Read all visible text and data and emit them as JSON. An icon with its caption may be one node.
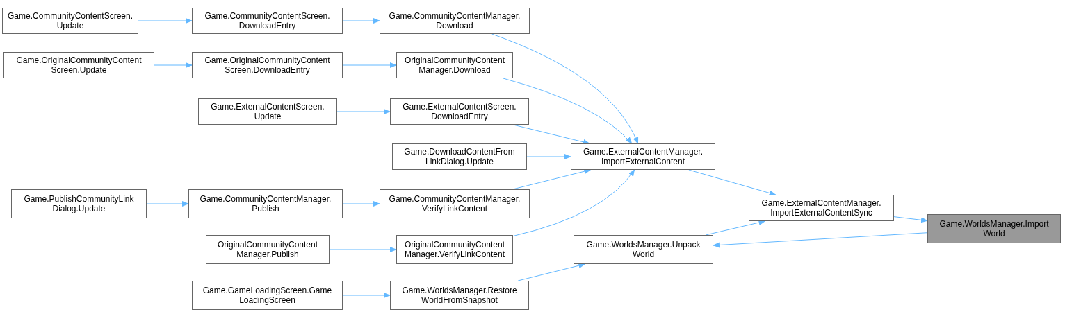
{
  "diagram": {
    "nodes": [
      {
        "text": [
          "Game.CommunityContentScreen. Update"
        ]
      },
      {
        "text": [
          "Game.CommunityContentScreen. DownloadEntry"
        ]
      },
      {
        "text": [
          "Game.CommunityContentManager. Download"
        ]
      },
      {
        "text": [
          "Game.OriginalCommunityContent Screen.Update"
        ]
      },
      {
        "text": [
          "Game.OriginalCommunityContent Screen.DownloadEntry"
        ]
      },
      {
        "text": [
          "OriginalCommunityContent Manager.Download"
        ]
      },
      {
        "text": [
          "Game.ExternalContentScreen. Update"
        ]
      },
      {
        "text": [
          "Game.ExternalContentScreen. DownloadEntry"
        ]
      },
      {
        "text": [
          "Game.DownloadContentFrom LinkDialog.Update"
        ]
      },
      {
        "text": [
          "Game.ExternalContentManager. ImportExternalContent"
        ]
      },
      {
        "text": [
          "Game.PublishCommunityLink Dialog.Update"
        ]
      },
      {
        "text": [
          "Game.CommunityContentManager. Publish"
        ]
      },
      {
        "text": [
          "Game.CommunityContentManager. VerifyLinkContent"
        ]
      },
      {
        "text": [
          "Game.ExternalContentManager. ImportExternalContentSync"
        ]
      },
      {
        "text": [
          "Game.WorldsManager.Import World"
        ]
      },
      {
        "text": [
          "Game.WorldsManager.Unpack World"
        ]
      },
      {
        "text": [
          "OriginalCommunityContent Manager.Publish"
        ]
      },
      {
        "text": [
          "OriginalCommunityContent Manager.VerifyLinkContent"
        ]
      },
      {
        "text": [
          "Game.GameLoadingScreen.Game LoadingScreen"
        ]
      },
      {
        "text": [
          "Game.WorldsManager.Restore WorldFromSnapshot"
        ]
      }
    ],
    "edges": [
      {
        "from": 0,
        "to": 1,
        "arrow": "to"
      },
      {
        "from": 1,
        "to": 2,
        "arrow": "to"
      },
      {
        "from": 2,
        "to": 9,
        "arrow": "to"
      },
      {
        "from": 3,
        "to": 4,
        "arrow": "to"
      },
      {
        "from": 4,
        "to": 5,
        "arrow": "to"
      },
      {
        "from": 5,
        "to": 9,
        "arrow": "to"
      },
      {
        "from": 6,
        "to": 7,
        "arrow": "to"
      },
      {
        "from": 7,
        "to": 9,
        "arrow": "to"
      },
      {
        "from": 8,
        "to": 9,
        "arrow": "to"
      },
      {
        "from": 10,
        "to": 11,
        "arrow": "to"
      },
      {
        "from": 11,
        "to": 12,
        "arrow": "to"
      },
      {
        "from": 12,
        "to": 9,
        "arrow": "to"
      },
      {
        "from": 16,
        "to": 17,
        "arrow": "to"
      },
      {
        "from": 17,
        "to": 9,
        "arrow": "to"
      },
      {
        "from": 9,
        "to": 13,
        "arrow": "to"
      },
      {
        "from": 15,
        "to": 13,
        "arrow": "to"
      },
      {
        "from": 13,
        "to": 14,
        "arrow": "to"
      },
      {
        "from": 14,
        "to": 15,
        "arrow": "to"
      },
      {
        "from": 18,
        "to": 19,
        "arrow": "to"
      },
      {
        "from": 19,
        "to": 15,
        "arrow": "to"
      }
    ]
  }
}
